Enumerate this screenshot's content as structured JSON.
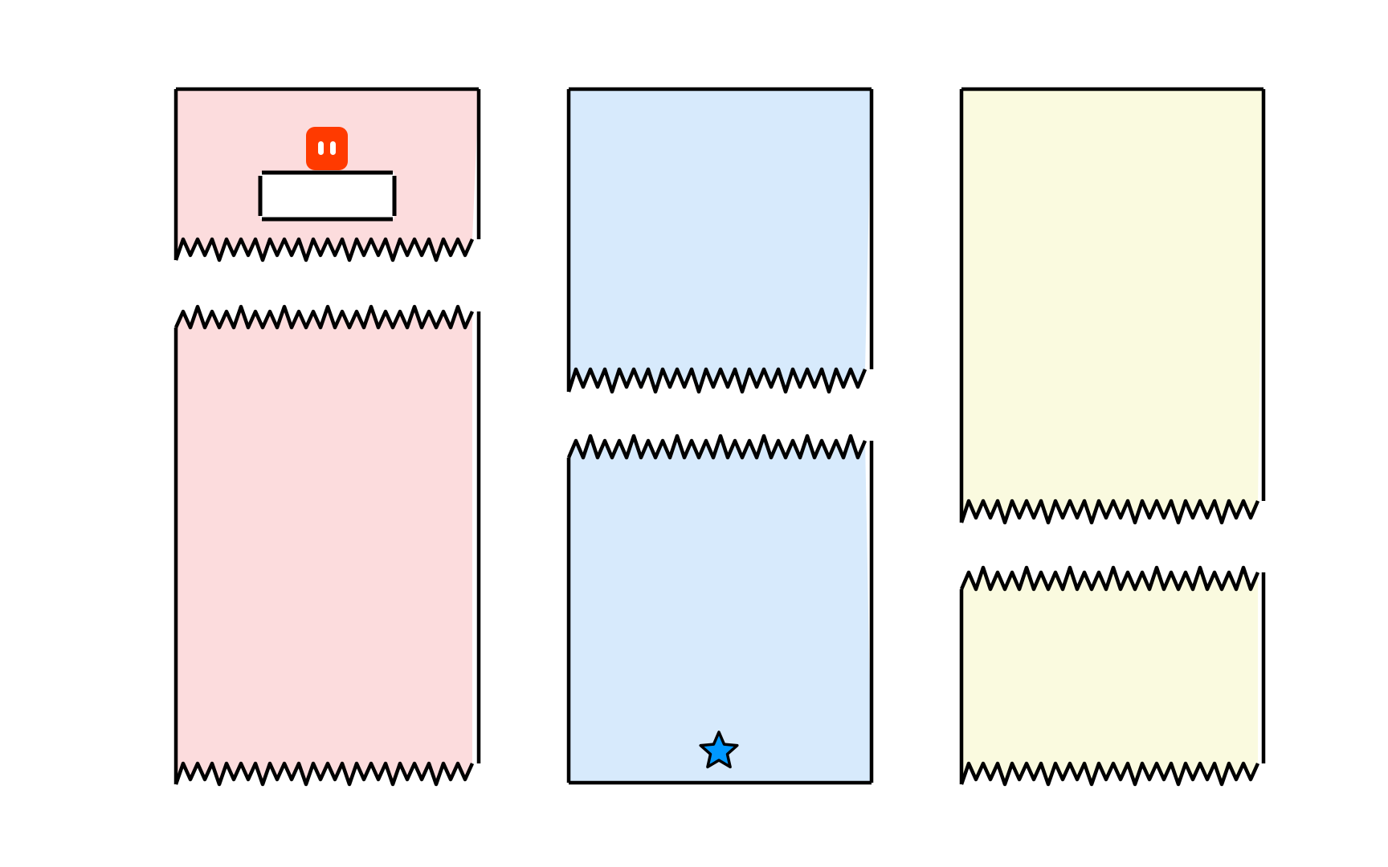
{
  "game": {
    "background": "#ffffff",
    "outline_color": "#000000",
    "columns": [
      {
        "name": "pink-column",
        "color": "#fcdcdd"
      },
      {
        "name": "blue-column",
        "color": "#d7eafc"
      },
      {
        "name": "yellow-column",
        "color": "#fafadf"
      }
    ],
    "player": {
      "icon": "red-block-character",
      "color": "#ff3a00",
      "eye_color": "#ffffff"
    },
    "platform": {
      "color": "#ffffff"
    },
    "goal": {
      "icon": "star-icon",
      "color": "#0098ff"
    }
  }
}
